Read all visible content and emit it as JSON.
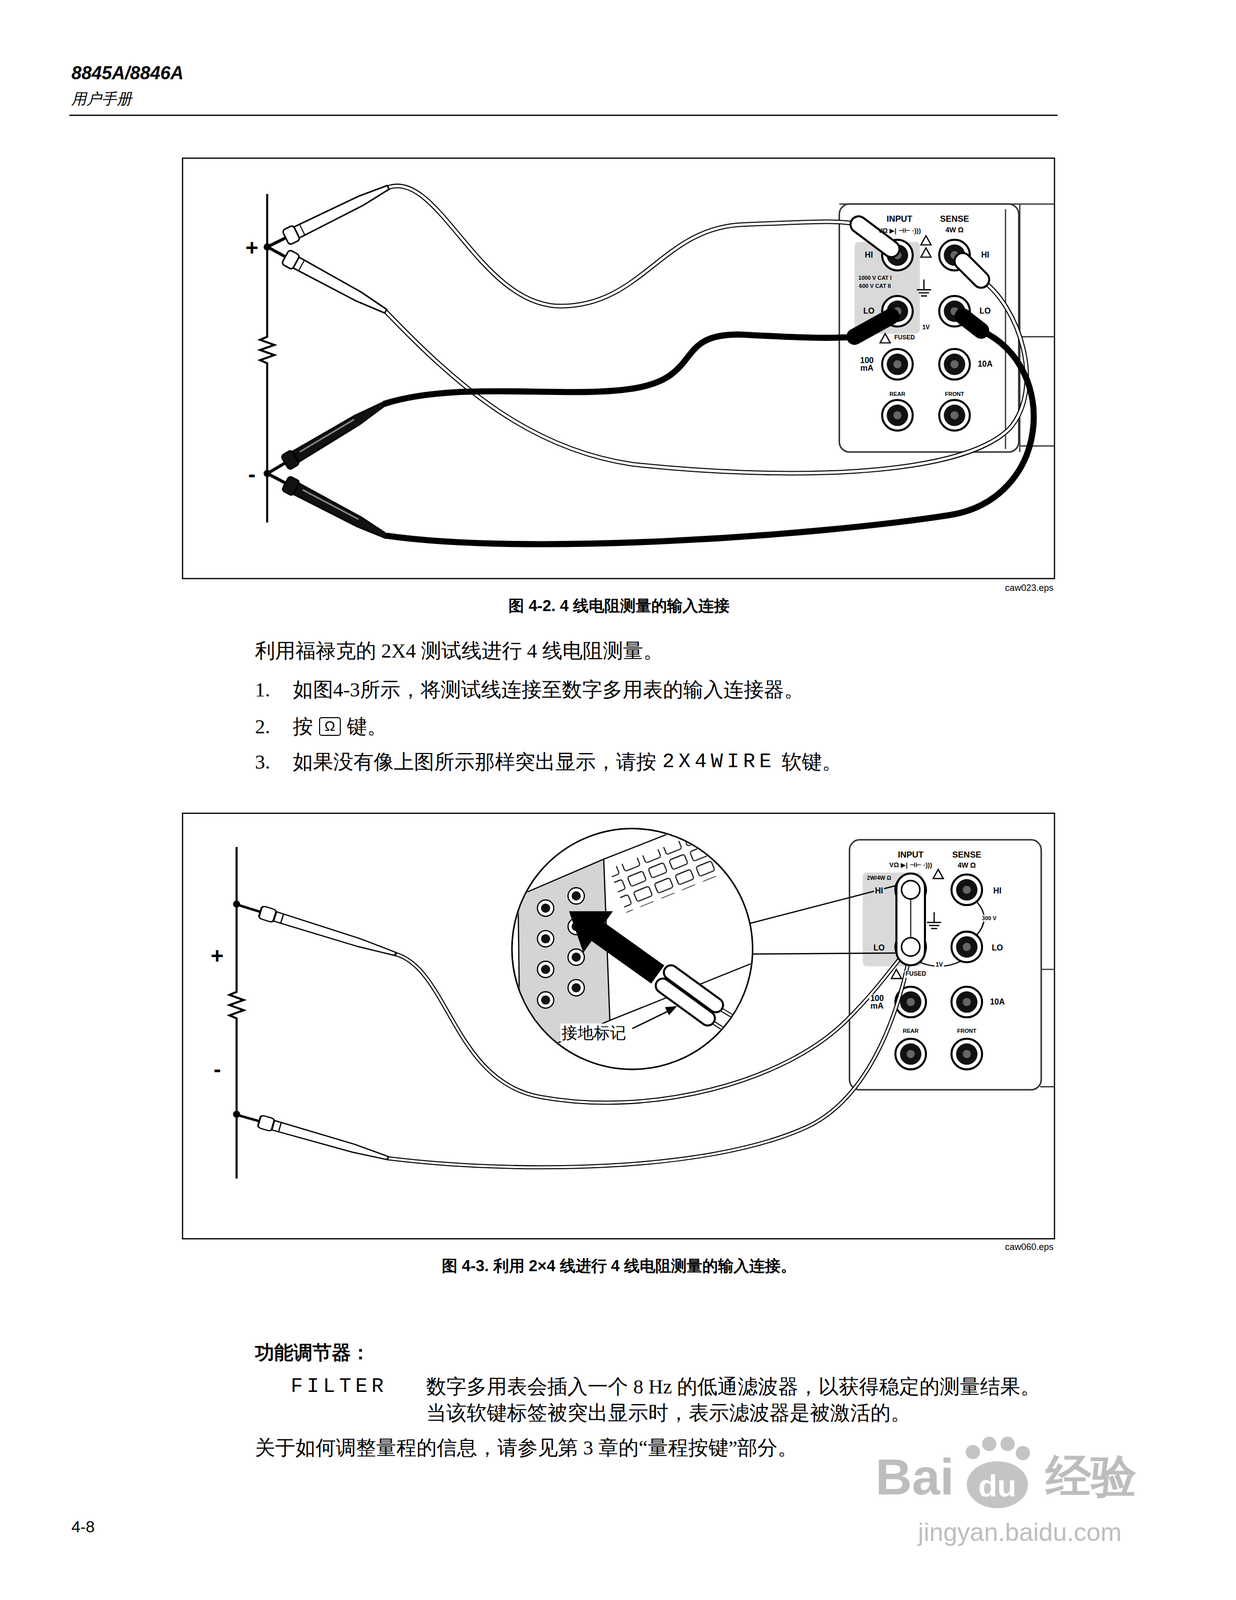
{
  "diagram": {
    "nodes": [
      {
        "text": [
          "Ω"
        ]
      }
    ],
    "labels": [
      "8845A/8846A",
      "用户手册",
      "+",
      "-",
      "INPUT",
      "VΩ ▶| ⊣⊢ ·)))",
      "SENSE",
      "4W Ω",
      "HI",
      "HI",
      "1000 V CAT I",
      "600 V CAT II",
      "LO",
      "LO",
      "1V",
      "FUSED",
      "100 mA",
      "10A",
      "REAR",
      "FRONT",
      "caw023.eps",
      "图 4-2. 4 线电阻测量的输入连接",
      "利用福禄克的 2X4 测试线进行 4 线电阻测量。",
      "1.",
      "如图4-3所示，将测试线连接至数字多用表的输入连接器。",
      "2.",
      "按",
      "键。",
      "3.",
      "如果没有像上图所示那样突出显示，请按",
      "2X4WIRE",
      "软键。",
      "+",
      "-",
      "INPUT",
      "VΩ ▶| ⊣⊢ ·)))",
      "SENSE",
      "4W Ω",
      "2W/4W Ω",
      "HI",
      "HI",
      "300 V",
      "LO",
      "LO",
      "1V",
      "FUSED",
      "100 mA",
      "10A",
      "REAR",
      "FRONT",
      "接地标记",
      "caw060.eps",
      "图 4-3. 利用 2×4 线进行 4 线电阻测量的输入连接。",
      "功能调节器：",
      "FILTER",
      "数字多用表会插入一个 8 Hz 的低通滤波器，以获得稳定的测量结果。当该软键标签被突出显示时，表示滤波器是被激活的。",
      "关于如何调整量程的信息，请参见第 3 章的“量程按键”部分。",
      "4-8",
      "Bai",
      "du",
      "经验",
      "jingyan.baidu.com"
    ]
  }
}
